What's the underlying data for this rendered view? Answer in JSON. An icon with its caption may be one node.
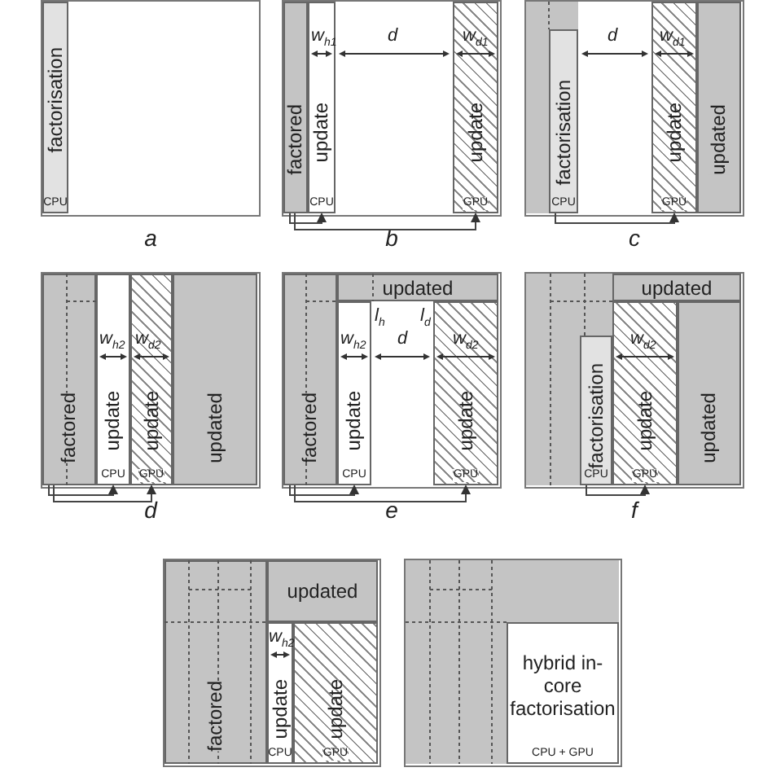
{
  "diagram": {
    "nodes": [
      {
        "text": [
          "a"
        ]
      },
      {
        "text": [
          "factorisation",
          "CPU"
        ],
        "in": 0
      },
      {
        "text": [
          "b"
        ]
      },
      {
        "text": [
          "factored"
        ],
        "in": 2
      },
      {
        "text": [
          "update",
          "CPU"
        ],
        "in": 2
      },
      {
        "text": [
          "update",
          "GPU"
        ],
        "in": 2
      },
      {
        "text": [
          "c"
        ]
      },
      {
        "text": [
          "factorisation",
          "CPU"
        ],
        "in": 6
      },
      {
        "text": [
          "update",
          "GPU"
        ],
        "in": 6
      },
      {
        "text": [
          "updated"
        ],
        "in": 6
      },
      {
        "text": [
          "d"
        ]
      },
      {
        "text": [
          "factored"
        ],
        "in": 10
      },
      {
        "text": [
          "update",
          "CPU"
        ],
        "in": 10
      },
      {
        "text": [
          "update",
          "GPU"
        ],
        "in": 10
      },
      {
        "text": [
          "updated"
        ],
        "in": 10
      },
      {
        "text": [
          "e"
        ]
      },
      {
        "text": [
          "updated"
        ],
        "in": 15
      },
      {
        "text": [
          "factored"
        ],
        "in": 15
      },
      {
        "text": [
          "update",
          "CPU"
        ],
        "in": 15
      },
      {
        "text": [
          "update",
          "GPU"
        ],
        "in": 15
      },
      {
        "text": [
          "f"
        ]
      },
      {
        "text": [
          "updated"
        ],
        "in": 20
      },
      {
        "text": [
          "factorisation",
          "CPU"
        ],
        "in": 20
      },
      {
        "text": [
          "update",
          "GPU"
        ],
        "in": 20
      },
      {
        "text": [
          "updated"
        ],
        "in": 20
      },
      {
        "text": [],
        "shape": "box"
      },
      {
        "text": [
          "updated"
        ],
        "in": 25
      },
      {
        "text": [
          "factored"
        ],
        "in": 25
      },
      {
        "text": [
          "update",
          "CPU"
        ],
        "in": 25
      },
      {
        "text": [
          "update",
          "GPU"
        ],
        "in": 25
      },
      {
        "text": [],
        "shape": "box"
      },
      {
        "text": [
          "hybrid in-core factorisation",
          "CPU + GPU"
        ],
        "in": 30
      }
    ],
    "edges": [
      {
        "from": 3,
        "to": 4,
        "arrow": "to"
      },
      {
        "from": 3,
        "to": 5,
        "arrow": "to"
      },
      {
        "from": 7,
        "to": 8,
        "arrow": "to"
      },
      {
        "from": 11,
        "to": 12,
        "arrow": "to"
      },
      {
        "from": 11,
        "to": 13,
        "arrow": "to"
      },
      {
        "from": 17,
        "to": 18,
        "arrow": "to"
      },
      {
        "from": 17,
        "to": 19,
        "arrow": "to"
      },
      {
        "from": 22,
        "to": 23,
        "arrow": "to"
      }
    ],
    "labels": [
      "w$_{h1}$",
      "d",
      "w$_{d1}$",
      "d",
      "w$_{d1}$",
      "w$_{h2}$",
      "w$_{d2}$",
      "l$_{h}$",
      "l$_{d}$",
      "w$_{h2}$",
      "d",
      "w$_{d2}$",
      "w$_{d2}$",
      "w$_{h2}$"
    ]
  }
}
